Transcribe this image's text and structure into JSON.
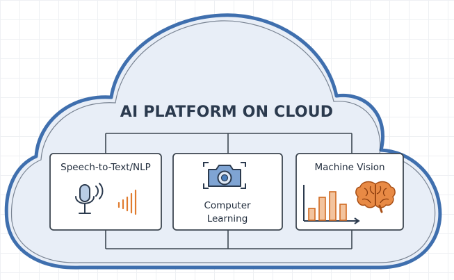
{
  "title": "AI PLATFORM ON CLOUD",
  "cards": [
    {
      "label": "Speech-to-Text/NLP",
      "icons": [
        "microphone-icon",
        "sound-waves-icon",
        "audio-bars-icon"
      ]
    },
    {
      "label_line1": "Computer",
      "label_line2": "Learning",
      "icons": [
        "camera-icon"
      ]
    },
    {
      "label": "Machine Vision",
      "icons": [
        "bar-chart-icon",
        "brain-icon"
      ]
    }
  ],
  "colors": {
    "cloud_stroke": "#3f6fae",
    "cloud_fill": "#e8eef7",
    "connector": "#3c4650",
    "accent_orange": "#e07b2e",
    "icon_blue": "#4a7fbd",
    "text_dark": "#2b3a4e"
  }
}
